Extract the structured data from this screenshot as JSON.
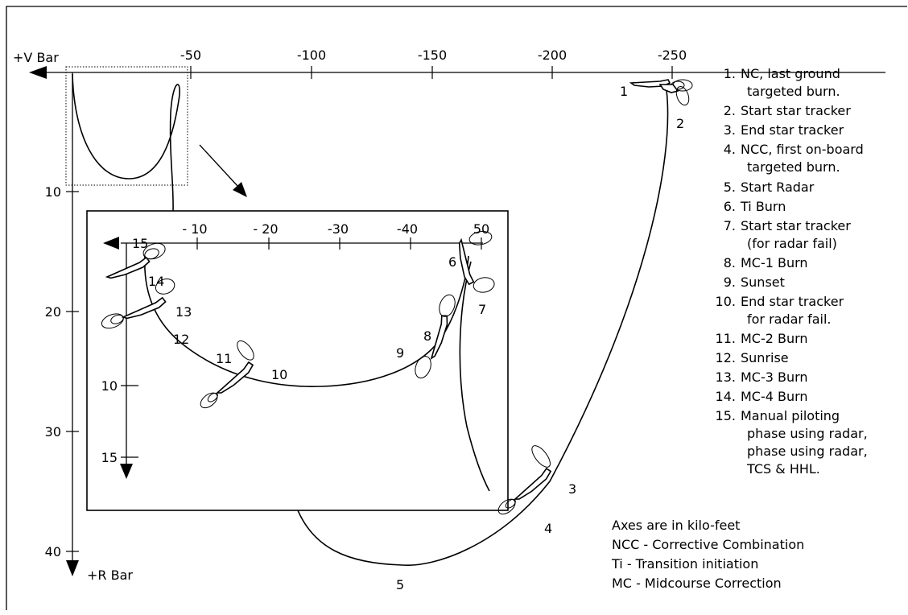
{
  "main_axes": {
    "x_origin_label": "+V Bar",
    "y_end_label": "+R Bar",
    "x_ticks": [
      "-50",
      "-100",
      "-150",
      "-200",
      "-250"
    ],
    "y_ticks": [
      "10",
      "20",
      "30",
      "40"
    ]
  },
  "inset_axes": {
    "x_ticks": [
      "- 10",
      "- 20",
      "-30",
      "-40",
      "50"
    ],
    "y_ticks": [
      "10",
      "15"
    ]
  },
  "point_labels": {
    "main": [
      "1",
      "2",
      "3",
      "4",
      "5"
    ],
    "inset": [
      "6",
      "7",
      "8",
      "9",
      "10",
      "11",
      "12",
      "13",
      "14",
      "15"
    ]
  },
  "legend": [
    {
      "num": "1.",
      "lines": [
        "NC, last ground",
        "targeted burn."
      ]
    },
    {
      "num": "2.",
      "lines": [
        "Start star tracker"
      ]
    },
    {
      "num": "3.",
      "lines": [
        "End star tracker"
      ]
    },
    {
      "num": "4.",
      "lines": [
        "NCC, first on-board",
        "targeted burn."
      ]
    },
    {
      "num": "5.",
      "lines": [
        "Start Radar"
      ]
    },
    {
      "num": "6.",
      "lines": [
        "Ti Burn"
      ]
    },
    {
      "num": "7.",
      "lines": [
        "Start star tracker",
        "(for radar fail)"
      ]
    },
    {
      "num": "8.",
      "lines": [
        "MC-1 Burn"
      ]
    },
    {
      "num": "9.",
      "lines": [
        "Sunset"
      ]
    },
    {
      "num": "10.",
      "lines": [
        "End star tracker",
        "for radar fail."
      ]
    },
    {
      "num": "11.",
      "lines": [
        "MC-2 Burn"
      ]
    },
    {
      "num": "12.",
      "lines": [
        "Sunrise"
      ]
    },
    {
      "num": "13.",
      "lines": [
        "MC-3 Burn"
      ]
    },
    {
      "num": "14.",
      "lines": [
        "MC-4 Burn"
      ]
    },
    {
      "num": "15.",
      "lines": [
        "Manual piloting",
        "phase using radar,",
        "phase using radar,",
        "TCS & HHL."
      ]
    }
  ],
  "notes": [
    "Axes are in kilo-feet",
    "NCC - Corrective Combination",
    "Ti - Transition initiation",
    "MC - Midcourse Correction"
  ]
}
